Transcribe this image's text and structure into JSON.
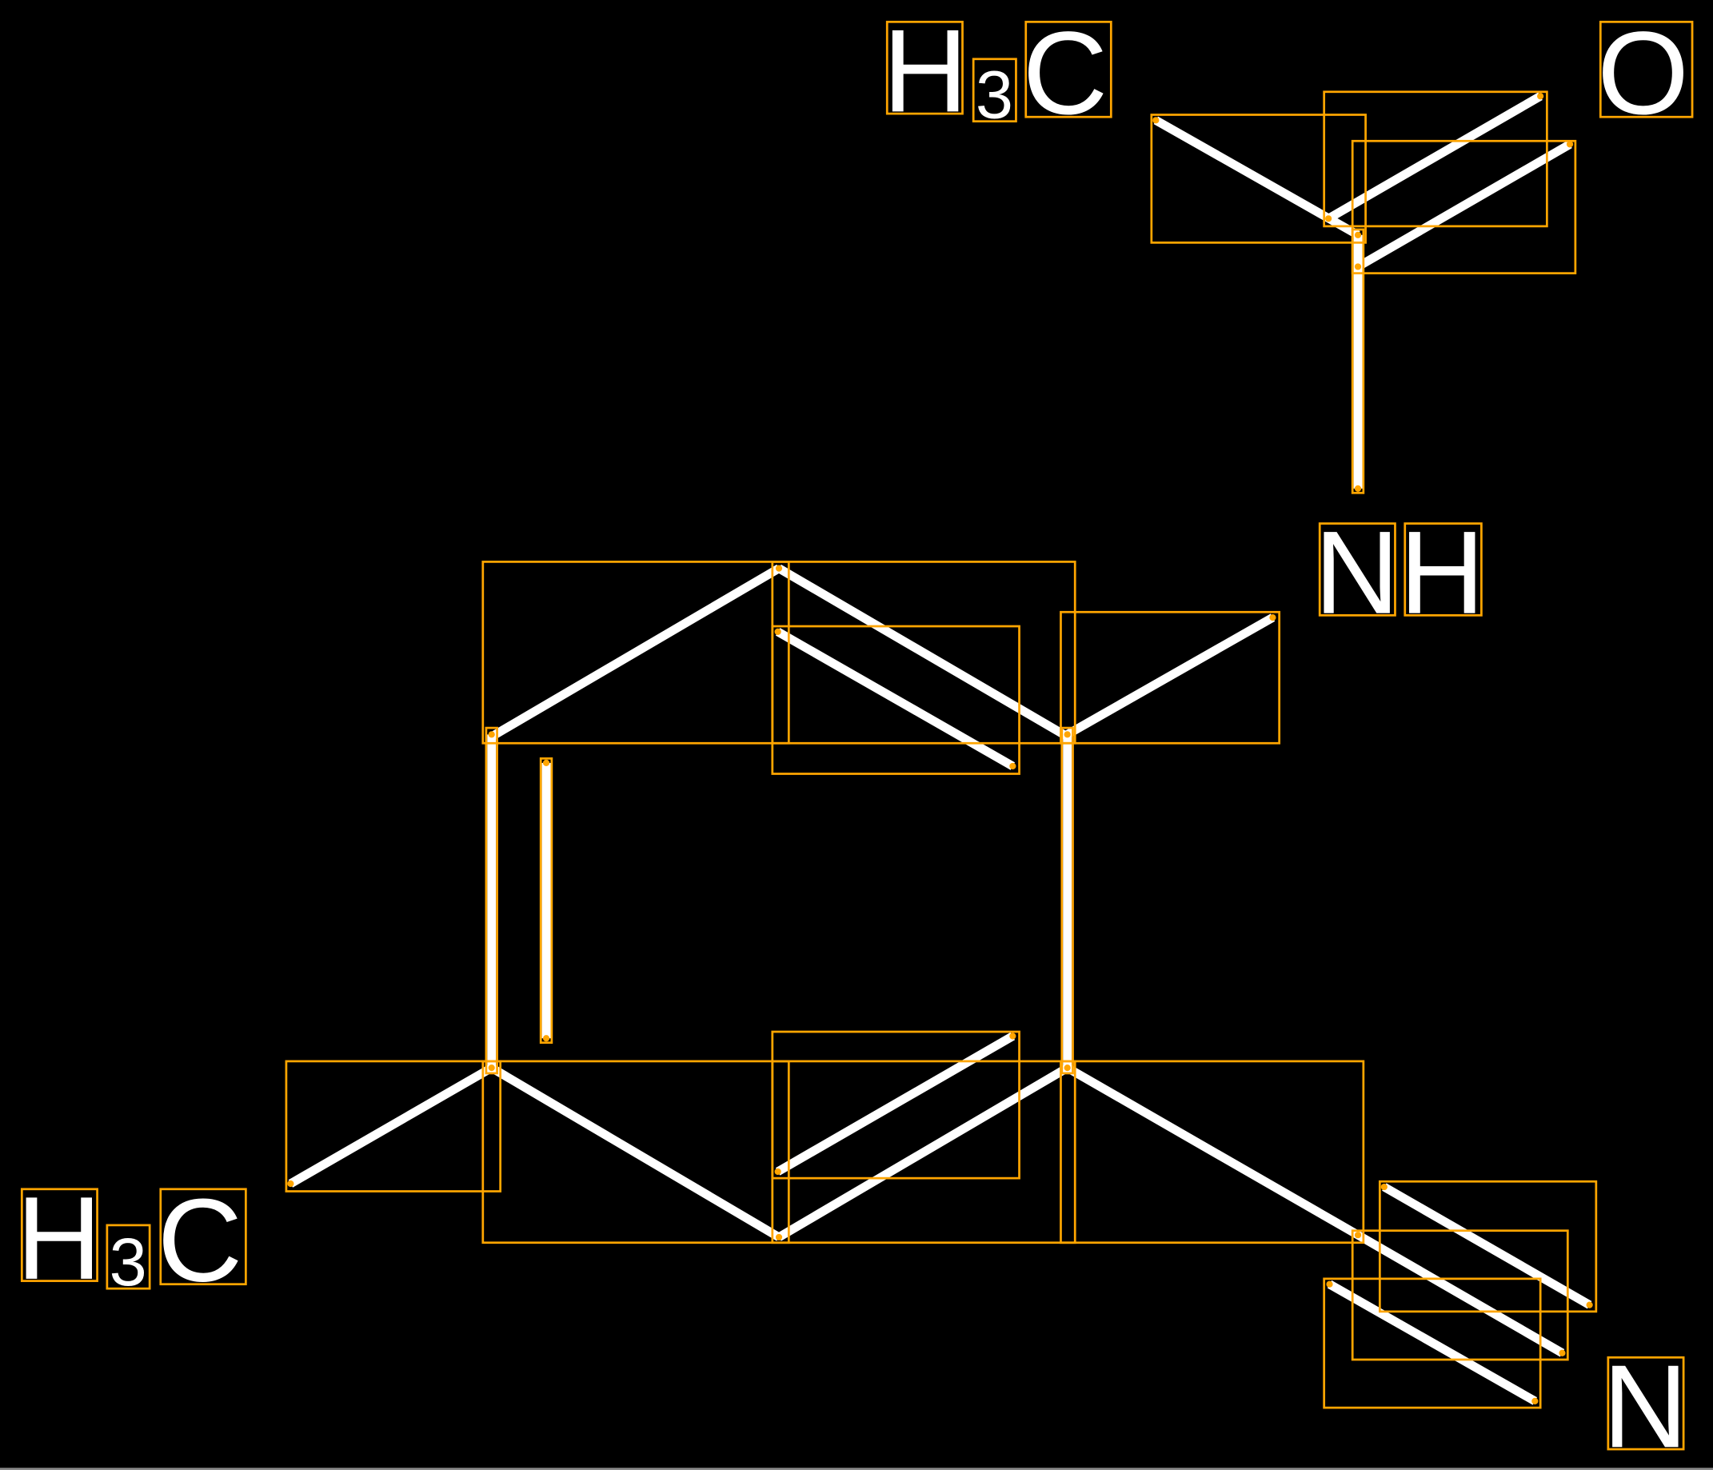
{
  "diagram": {
    "type": "chemical-structure",
    "colors": {
      "background": "#000000",
      "bonds": "#FFFFFF",
      "boxes": "#FFA500"
    },
    "atoms": {
      "methyl_top": {
        "main": "H",
        "sub": "3",
        "tail": "C"
      },
      "oxygen": "O",
      "amine": {
        "n": "N",
        "h": "H"
      },
      "methyl_bottom": {
        "main": "H",
        "sub": "3",
        "tail": "C"
      },
      "nitrile_n": "N"
    }
  }
}
